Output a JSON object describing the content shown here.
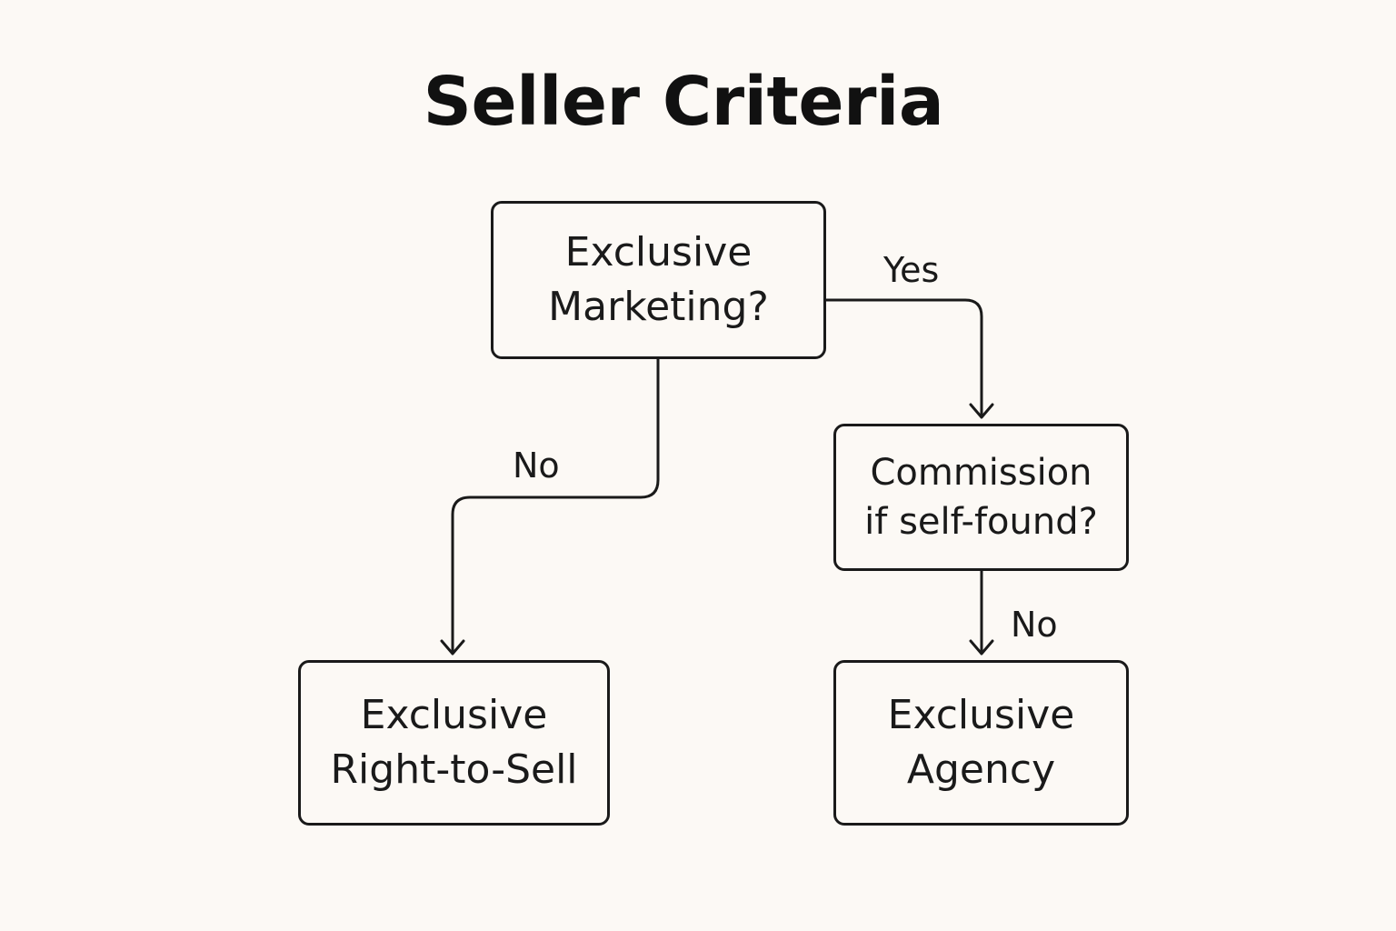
{
  "colors": {
    "background": "#fcf9f5",
    "ink": "#1a1a1a"
  },
  "diagram": {
    "title": "Seller Criteria",
    "nodes": {
      "exclusive_marketing": {
        "line1": "Exclusive",
        "line2": "Marketing?"
      },
      "commission_self_found": {
        "line1": "Commission",
        "line2": "if self-found?"
      },
      "exclusive_right_to_sell": {
        "line1": "Exclusive",
        "line2": "Right-to-Sell"
      },
      "exclusive_agency": {
        "line1": "Exclusive",
        "line2": "Agency"
      }
    },
    "edges": {
      "marketing_yes": "Yes",
      "marketing_no": "No",
      "commission_no": "No"
    }
  }
}
